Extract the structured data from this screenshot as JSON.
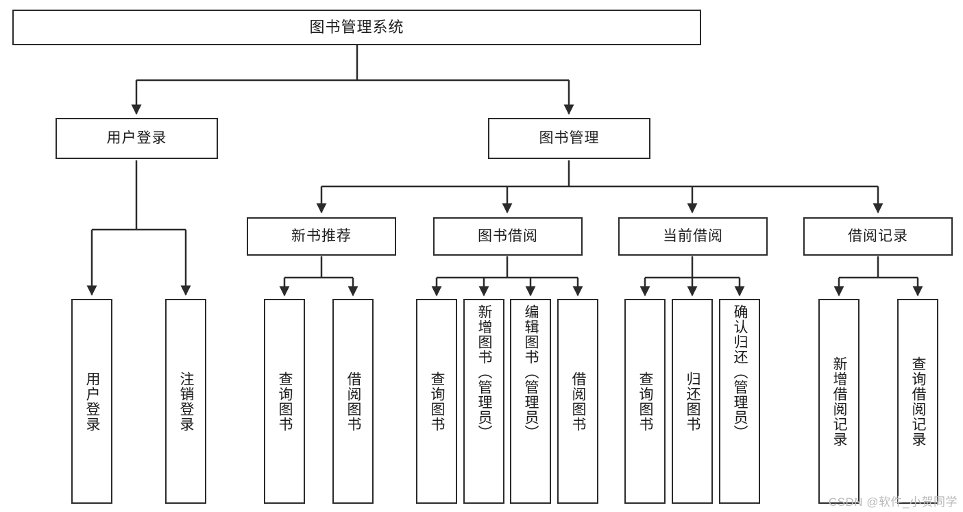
{
  "diagram": {
    "title": "图书管理系统",
    "type": "tree",
    "watermark": "CSDN @软件_小贺同学",
    "colors": {
      "stroke": "#2b2b2b",
      "fill": "#ffffff",
      "text": "#1c1c1c",
      "watermark": "#b9b9b9",
      "background": "#ffffff"
    },
    "levels": {
      "root": "图书管理系统",
      "level1": [
        "用户登录",
        "图书管理"
      ],
      "level2": [
        "新书推荐",
        "图书借阅",
        "当前借阅",
        "借阅记录"
      ]
    },
    "nodes": {
      "root": {
        "label": "图书管理系统"
      },
      "user_login": {
        "label": "用户登录"
      },
      "book_mgmt": {
        "label": "图书管理"
      },
      "new_book_rec": {
        "label": "新书推荐"
      },
      "book_borrow": {
        "label": "图书借阅"
      },
      "current_borrow": {
        "label": "当前借阅"
      },
      "borrow_record": {
        "label": "借阅记录"
      },
      "leaf_user_login": {
        "label": "用户登录"
      },
      "leaf_logout": {
        "label": "注销登录"
      },
      "leaf_query_book_a": {
        "label": "查询图书"
      },
      "leaf_borrow_book_a": {
        "label": "借阅图书"
      },
      "leaf_query_book_b": {
        "label": "查询图书"
      },
      "leaf_add_book": {
        "label": "新增图书（管理员）"
      },
      "leaf_edit_book": {
        "label": "编辑图书（管理员）"
      },
      "leaf_borrow_book_b": {
        "label": "借阅图书"
      },
      "leaf_query_book_c": {
        "label": "查询图书"
      },
      "leaf_return_book": {
        "label": "归还图书"
      },
      "leaf_confirm_return": {
        "label": "确认归还（管理员）"
      },
      "leaf_add_record": {
        "label": "新增借阅记录"
      },
      "leaf_query_record": {
        "label": "查询借阅记录"
      }
    },
    "edges": [
      {
        "from": "root",
        "to": "user_login"
      },
      {
        "from": "root",
        "to": "book_mgmt"
      },
      {
        "from": "user_login",
        "to": "leaf_user_login"
      },
      {
        "from": "user_login",
        "to": "leaf_logout"
      },
      {
        "from": "book_mgmt",
        "to": "new_book_rec"
      },
      {
        "from": "book_mgmt",
        "to": "book_borrow"
      },
      {
        "from": "book_mgmt",
        "to": "current_borrow"
      },
      {
        "from": "book_mgmt",
        "to": "borrow_record"
      },
      {
        "from": "new_book_rec",
        "to": "leaf_query_book_a"
      },
      {
        "from": "new_book_rec",
        "to": "leaf_borrow_book_a"
      },
      {
        "from": "book_borrow",
        "to": "leaf_query_book_b"
      },
      {
        "from": "book_borrow",
        "to": "leaf_add_book"
      },
      {
        "from": "book_borrow",
        "to": "leaf_edit_book"
      },
      {
        "from": "book_borrow",
        "to": "leaf_borrow_book_b"
      },
      {
        "from": "current_borrow",
        "to": "leaf_query_book_c"
      },
      {
        "from": "current_borrow",
        "to": "leaf_return_book"
      },
      {
        "from": "current_borrow",
        "to": "leaf_confirm_return"
      },
      {
        "from": "borrow_record",
        "to": "leaf_add_record"
      },
      {
        "from": "borrow_record",
        "to": "leaf_query_record"
      }
    ]
  }
}
